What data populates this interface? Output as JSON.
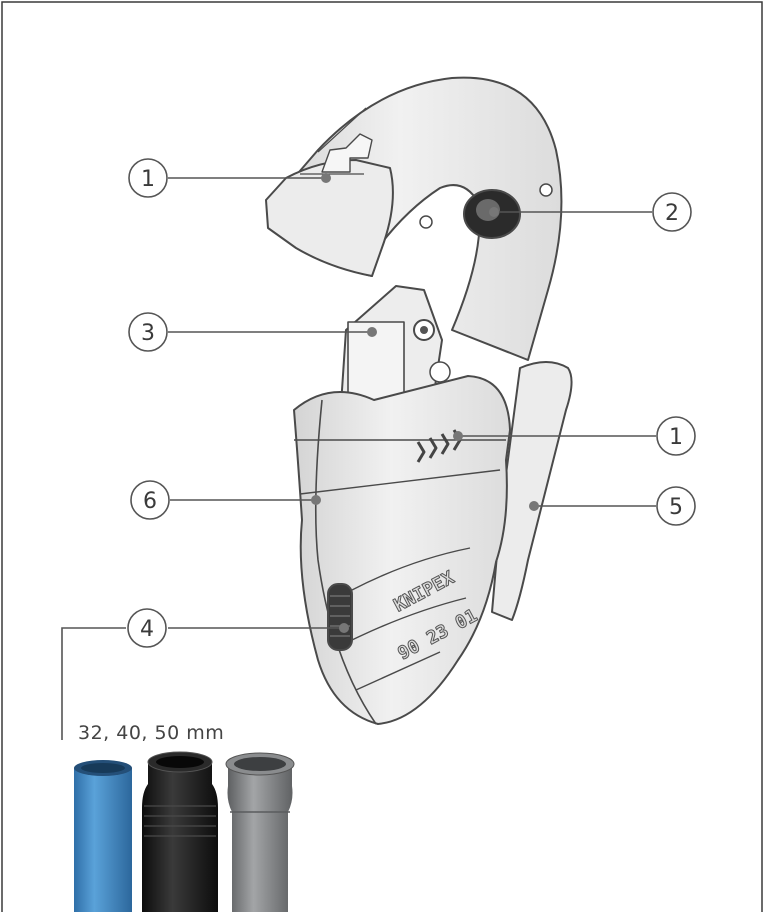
{
  "callouts": [
    {
      "id": "callout-1-top",
      "number": "1"
    },
    {
      "id": "callout-2",
      "number": "2"
    },
    {
      "id": "callout-3",
      "number": "3"
    },
    {
      "id": "callout-1-arrows",
      "number": "1"
    },
    {
      "id": "callout-6",
      "number": "6"
    },
    {
      "id": "callout-5",
      "number": "5"
    },
    {
      "id": "callout-4",
      "number": "4"
    }
  ],
  "tool": {
    "brand_marking": "KNIPEX",
    "model_marking": "90 23 01"
  },
  "pipes": {
    "size_caption": "32, 40, 50 mm",
    "items": [
      {
        "name": "blue-pipe",
        "color": "#3f86c4"
      },
      {
        "name": "black-pipe",
        "color": "#1c1c1c"
      },
      {
        "name": "grey-pipe",
        "color": "#7c7e80"
      }
    ]
  },
  "colors": {
    "frame": "#3a3a3a",
    "leader": "#555555",
    "tool_body": "#e9e9e9",
    "tool_outline": "#4a4a4a"
  }
}
